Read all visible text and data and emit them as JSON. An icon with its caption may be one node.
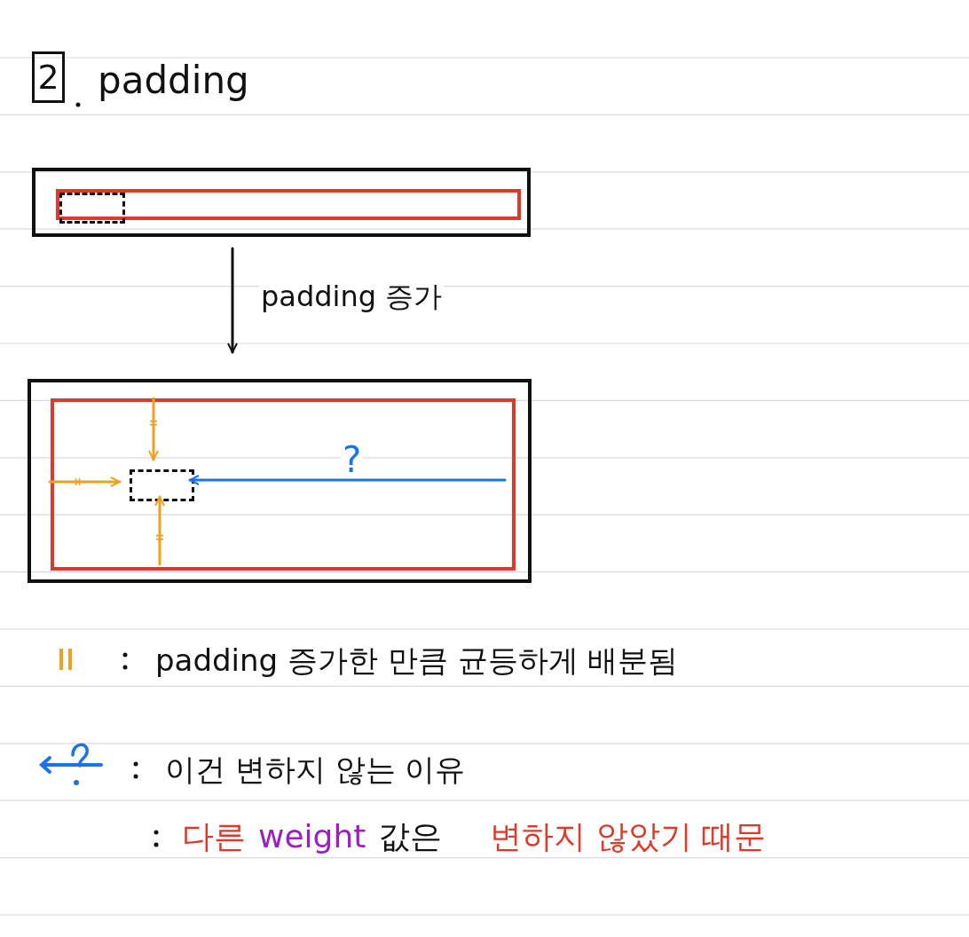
{
  "diagram": {
    "title": "padding",
    "nodes": [
      {
        "text": [
          "2"
        ]
      },
      {
        "text": [],
        "shape": "box"
      },
      {
        "text": [],
        "shape": "box",
        "in": 1
      },
      {
        "text": [],
        "shape": "box",
        "in": 2
      },
      {
        "text": [],
        "shape": "box"
      },
      {
        "text": [],
        "shape": "box",
        "in": 4
      },
      {
        "text": [],
        "shape": "box",
        "in": 5
      }
    ],
    "edges": [
      {
        "from": 1,
        "to": 4,
        "arrow": "to",
        "label": "padding 증가",
        "color": "#111111"
      },
      {
        "from": 5,
        "to": 6,
        "arrow": "to",
        "color": "#f0a01c"
      },
      {
        "from": 5,
        "to": 6,
        "arrow": "to",
        "color": "#f0a01c"
      },
      {
        "from": 5,
        "to": 6,
        "arrow": "to",
        "color": "#f0a01c"
      },
      {
        "from": 5,
        "to": 6,
        "arrow": "to",
        "label": "?",
        "color": "#1a73e8"
      }
    ],
    "legend": [
      {
        "text": "padding 증가한 만큼 균등하게 배분됨"
      },
      {
        "text": "이건 변하지 않는 이유"
      }
    ],
    "labels": [
      "다른",
      "weight",
      "값은",
      "변하지 않았기 때문"
    ]
  }
}
